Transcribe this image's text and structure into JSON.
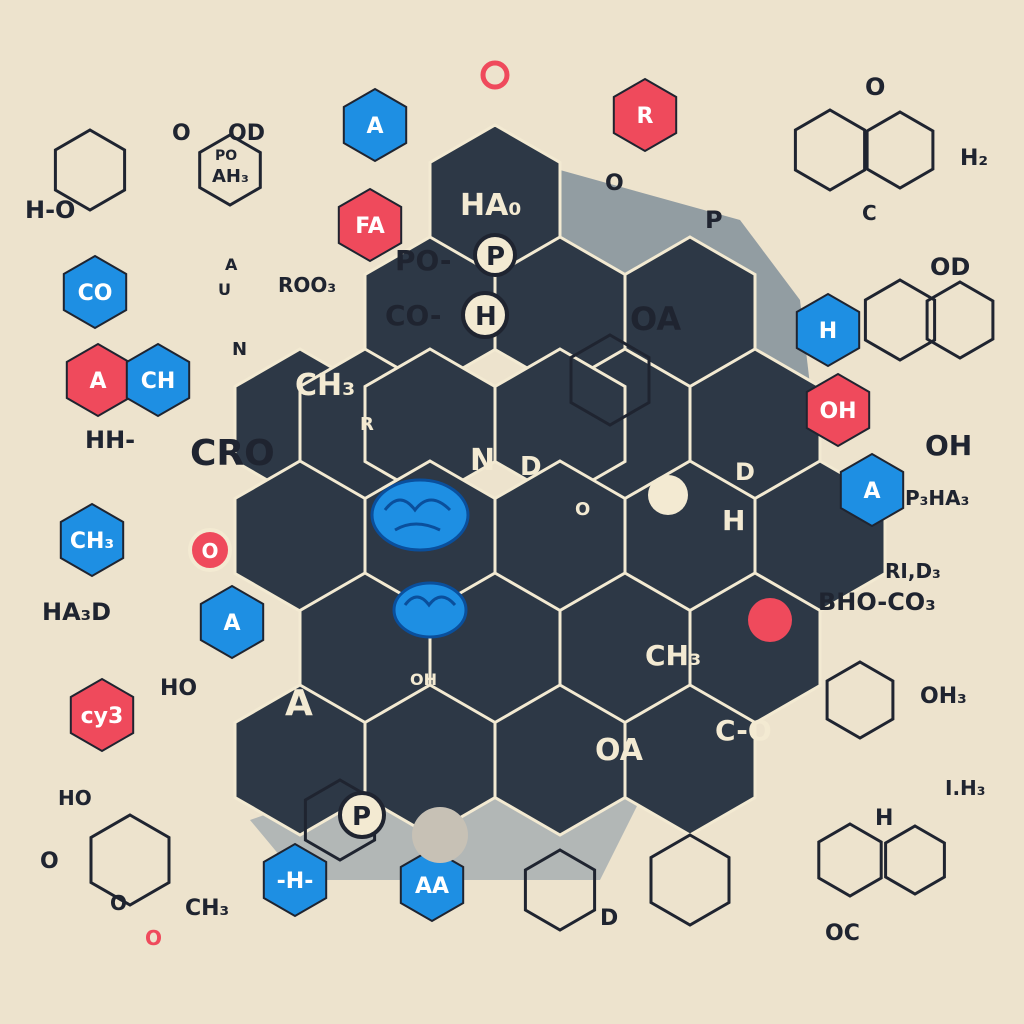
{
  "colors": {
    "background": "#ede3cd",
    "dark_hex": "#2d3846",
    "blue": "#1e8fe3",
    "red": "#ef4a5c",
    "cream": "#f3ead2",
    "line": "#1f2430",
    "shadow": "#6b7f90"
  },
  "icons": [
    "brain-icon",
    "brain-icon"
  ],
  "dark_labels": {
    "ha": "HA₀",
    "po": "PO-",
    "p_circle": "P",
    "co": "CO-",
    "h_circle": "H",
    "ch3_left": "CH₃",
    "r": "R",
    "n": "N",
    "d": "D",
    "a_low": "A",
    "p_bottom": "P",
    "ch3_right": "CH₃",
    "oa": "OA",
    "co_right": "C-O",
    "h_right": "H",
    "d_right": "D",
    "oa_top": "OA",
    "oh_small": "OH",
    "o_small": "O"
  },
  "colored_hexes": {
    "blue_a_top": "A",
    "red_r_top": "R",
    "red_fa": "FA",
    "blue_co": "CO",
    "red_a": "A",
    "blue_ch": "CH",
    "blue_h": "H",
    "red_oh": "OH",
    "blue_a_right": "A",
    "blue_ch3": "CH₃",
    "blue_a_left": "A",
    "red_cy3": "cy3",
    "blue_h_bottom": "-H-",
    "blue_aa": "AA",
    "red_o": "O"
  },
  "outer_labels": {
    "ho_left": "H-O",
    "od_top_left": "OD",
    "o_top_left": "O",
    "po_top_left": "PO",
    "ah3": "AH₃",
    "o_top_right": "O",
    "h2": "H₂",
    "c_top_right": "C",
    "od_right": "OD",
    "oh_right": "OH",
    "p3ha3": "P₃HA₃",
    "ri_d3": "RI,D₃",
    "bho_co3": "BHO-CO₃",
    "oh3": "OH₃",
    "ih3": "I.H₃",
    "h_bottom_right": "H",
    "oc": "OC",
    "ho_bottom_left": "HO",
    "o_bl1": "O",
    "o_bl2": "O",
    "ch3_bl": "CH₃",
    "o_bl3": "O",
    "ha3d": "HA₃D",
    "ho_mid_left": "HO",
    "hh": "HH-",
    "cro": "CRO",
    "roo3": "ROO₃",
    "n_left": "N",
    "a_left": "A",
    "u_left": "U",
    "d_bottom": "D",
    "p_top_right": "P",
    "o_top": "O"
  }
}
